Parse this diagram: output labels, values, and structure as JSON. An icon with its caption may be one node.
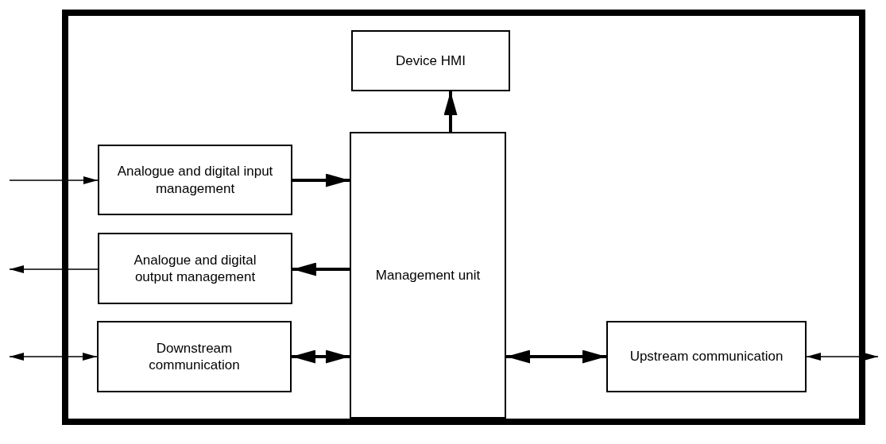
{
  "diagram": {
    "nodes": [
      {
        "text": [],
        "shape": "box"
      },
      {
        "text": [
          "Device HMI"
        ],
        "in": 0
      },
      {
        "text": [
          "Analogue and digital input management"
        ],
        "in": 0
      },
      {
        "text": [
          "Analogue and digital output management"
        ],
        "in": 0
      },
      {
        "text": [
          "Downstream communication"
        ],
        "in": 0
      },
      {
        "text": [
          "Management unit"
        ],
        "in": 0
      },
      {
        "text": [
          "Upstream communication"
        ],
        "in": 0
      }
    ],
    "edges": [
      {
        "from": null,
        "to": 2,
        "arrow": "to"
      },
      {
        "from": 2,
        "to": 5,
        "arrow": "to"
      },
      {
        "from": 5,
        "to": 3,
        "arrow": "to"
      },
      {
        "from": 3,
        "to": null,
        "arrow": "to"
      },
      {
        "from": null,
        "to": 4,
        "arrow": "both"
      },
      {
        "from": 4,
        "to": 5,
        "arrow": "both"
      },
      {
        "from": 5,
        "to": 1,
        "arrow": "to"
      },
      {
        "from": 5,
        "to": 6,
        "arrow": "both"
      },
      {
        "from": 6,
        "to": null,
        "arrow": "both"
      }
    ]
  }
}
